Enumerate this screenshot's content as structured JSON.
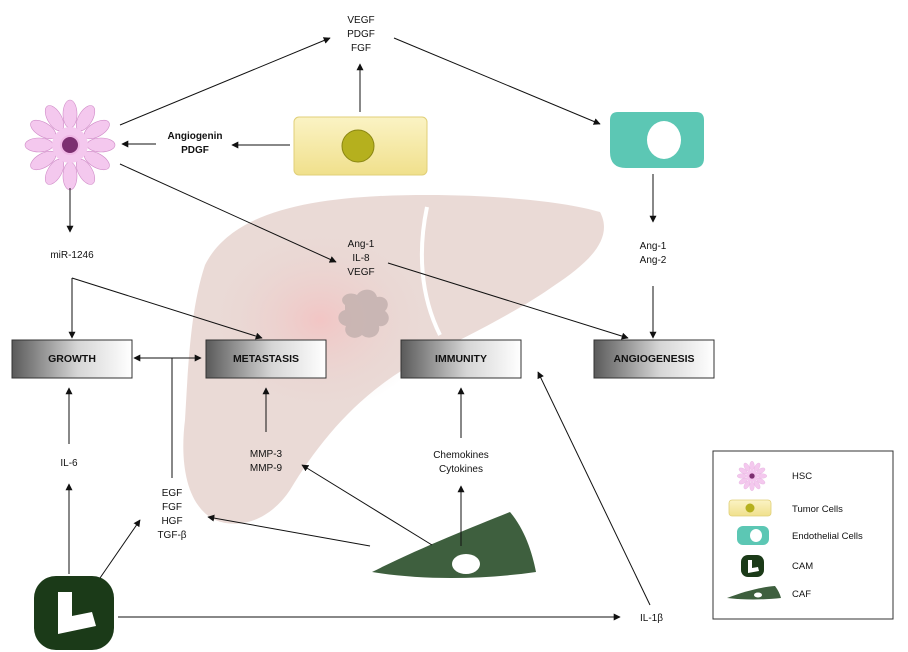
{
  "top_factors": [
    "VEGF",
    "PDGF",
    "FGF"
  ],
  "hsc_factors": [
    "Angiogenin",
    "PDGF"
  ],
  "mirna": "miR-1246",
  "center_factors": [
    "Ang-1",
    "IL-8",
    "VEGF"
  ],
  "endo_factors": [
    "Ang-1",
    "Ang-2"
  ],
  "boxes": {
    "growth": "GROWTH",
    "metastasis": "METASTASIS",
    "immunity": "IMMUNITY",
    "angiogenesis": "ANGIOGENESIS"
  },
  "il6": "IL-6",
  "mmp_factors": [
    "MMP-3",
    "MMP-9"
  ],
  "growth_factors": [
    "EGF",
    "FGF",
    "HGF",
    "TGF-β"
  ],
  "chemokine_factors": [
    "Chemokines",
    "Cytokines"
  ],
  "il1b": "IL-1β",
  "legend": {
    "items": [
      {
        "icon": "hsc-icon",
        "label": "HSC"
      },
      {
        "icon": "tumor-cell-icon",
        "label": "Tumor Cells"
      },
      {
        "icon": "endothelial-cell-icon",
        "label": "Endothelial Cells"
      },
      {
        "icon": "cam-icon",
        "label": "CAM"
      },
      {
        "icon": "caf-icon",
        "label": "CAF"
      }
    ]
  },
  "colors": {
    "liver": "#e8d4d0",
    "tumor": "#f7eba0",
    "tumor_nucleus": "#b3b020",
    "endothelial": "#5cc7b4",
    "cam": "#1f3a1b",
    "caf": "#3c5e3c",
    "hsc_petal": "#f4c8ee",
    "hsc_center": "#7c2f70"
  }
}
